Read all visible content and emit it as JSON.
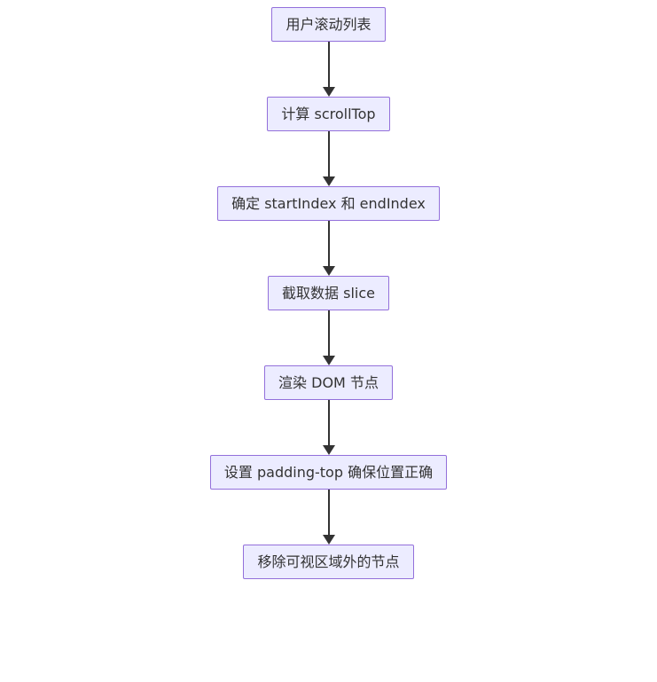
{
  "diagram": {
    "type": "flowchart",
    "direction": "top-down",
    "colors": {
      "background": "#ffffff",
      "node_fill": "#ECECFF",
      "node_border": "#9370DB",
      "node_text": "#333333",
      "arrow": "#333333"
    },
    "nodes": [
      {
        "label": "用户滚动列表"
      },
      {
        "label": "计算 scrollTop"
      },
      {
        "label": "确定 startIndex 和 endIndex"
      },
      {
        "label": "截取数据 slice"
      },
      {
        "label": "渲染 DOM 节点"
      },
      {
        "label": "设置 padding-top 确保位置正确"
      },
      {
        "label": "移除可视区域外的节点"
      }
    ],
    "edges": [
      {
        "from": 0,
        "to": 1
      },
      {
        "from": 1,
        "to": 2
      },
      {
        "from": 2,
        "to": 3
      },
      {
        "from": 3,
        "to": 4
      },
      {
        "from": 4,
        "to": 5
      },
      {
        "from": 5,
        "to": 6
      }
    ]
  }
}
